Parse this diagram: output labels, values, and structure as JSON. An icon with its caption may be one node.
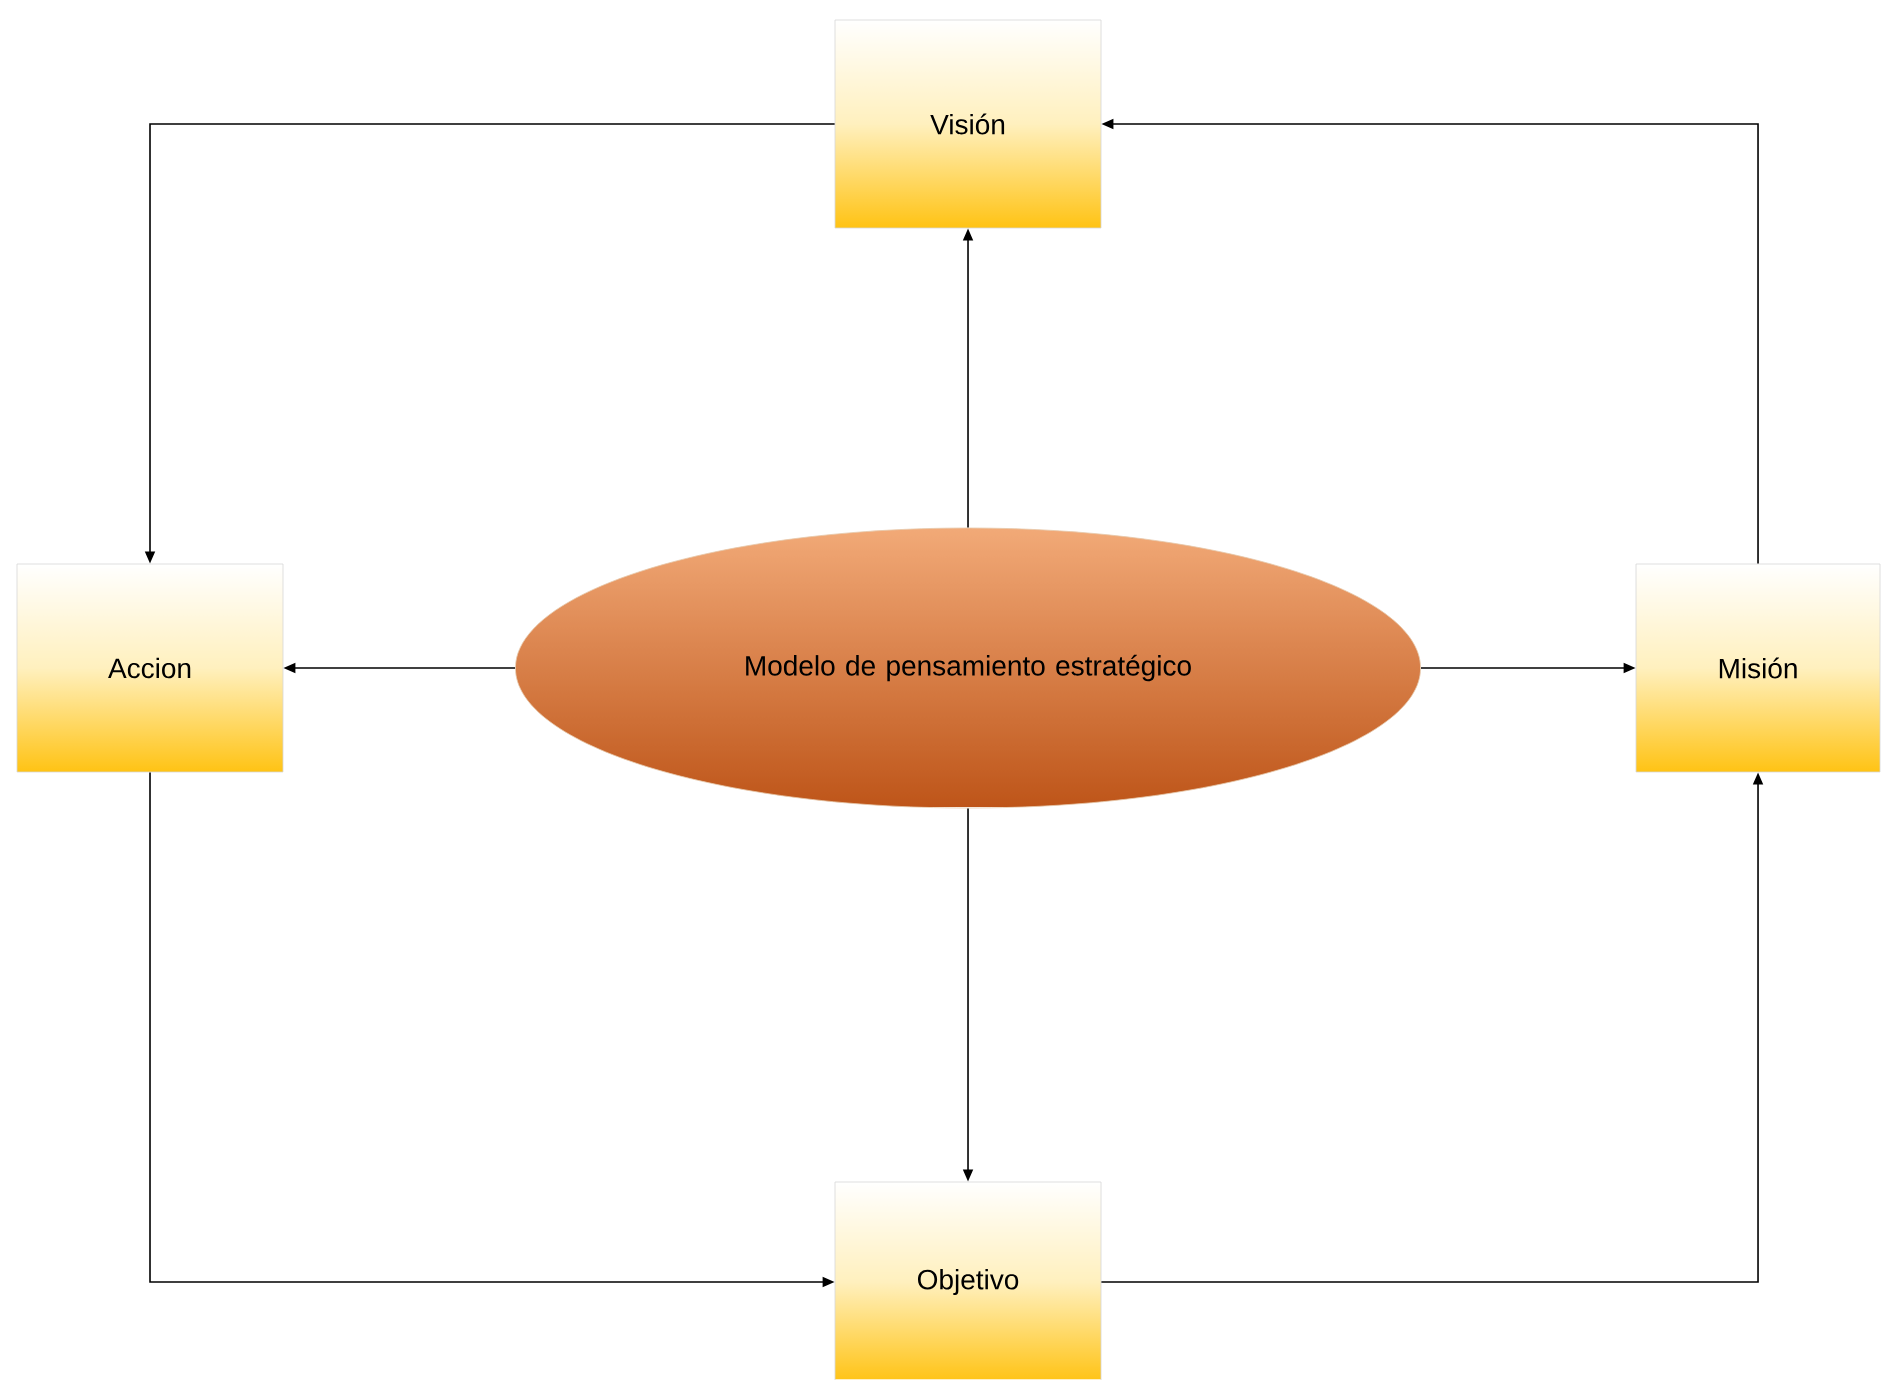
{
  "diagram": {
    "nodes": [
      {
        "text": [
          "Visión"
        ]
      },
      {
        "text": [
          "Accion"
        ]
      },
      {
        "text": [
          "Modelo de pensamiento estratégico"
        ]
      },
      {
        "text": [
          "Misión"
        ]
      },
      {
        "text": [
          "Objetivo"
        ]
      }
    ],
    "edges": [
      {
        "from": 2,
        "to": 0,
        "arrow": "to"
      },
      {
        "from": 2,
        "to": 1,
        "arrow": "to"
      },
      {
        "from": 2,
        "to": 3,
        "arrow": "to"
      },
      {
        "from": 2,
        "to": 4,
        "arrow": "to"
      },
      {
        "from": 0,
        "to": 1,
        "arrow": "to"
      },
      {
        "from": 1,
        "to": 4,
        "arrow": "to"
      },
      {
        "from": 4,
        "to": 3,
        "arrow": "to"
      },
      {
        "from": 3,
        "to": 0,
        "arrow": "to"
      }
    ]
  }
}
